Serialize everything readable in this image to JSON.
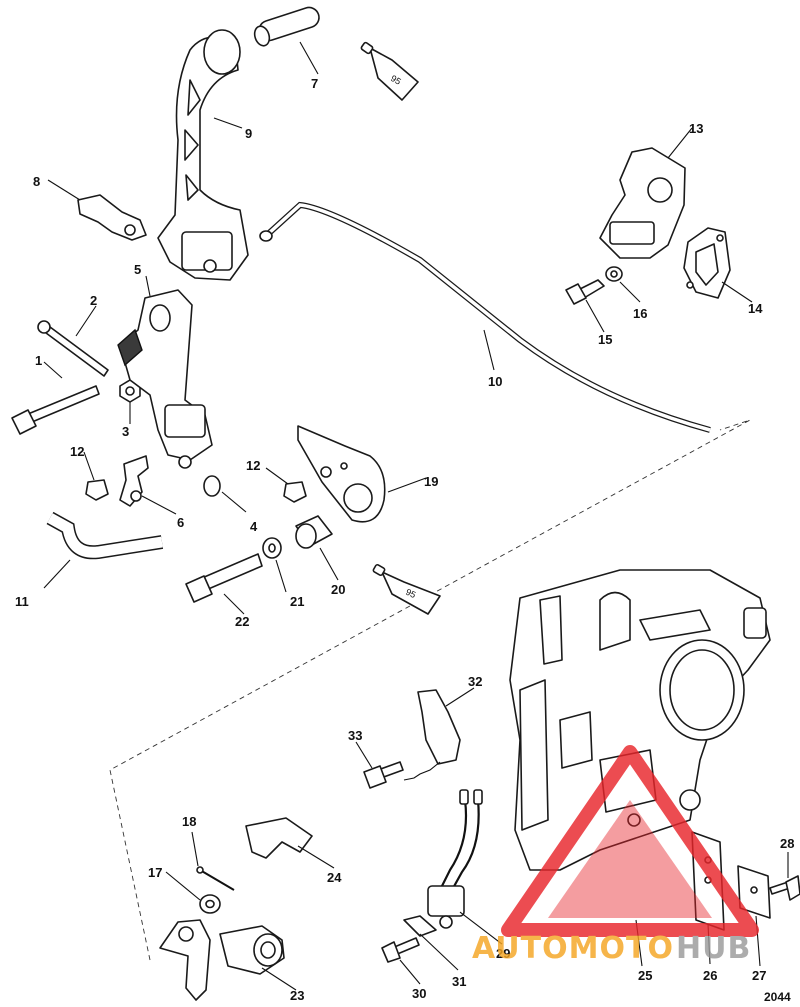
{
  "callouts": [
    "1",
    "2",
    "3",
    "4",
    "5",
    "6",
    "7",
    "8",
    "9",
    "10",
    "11",
    "12",
    "12",
    "13",
    "14",
    "15",
    "16",
    "17",
    "18",
    "19",
    "20",
    "21",
    "22",
    "23",
    "24",
    "25",
    "26",
    "27",
    "28",
    "29",
    "30",
    "31",
    "32",
    "33"
  ],
  "tube_marks": [
    "95",
    "95"
  ],
  "reference_number": "2044",
  "watermark": {
    "part1": "AUTOMOTO",
    "part2": "HUB",
    "color_red": "#e8262b",
    "color_orange": "#f5a623",
    "color_gray": "#9b9b9b"
  }
}
